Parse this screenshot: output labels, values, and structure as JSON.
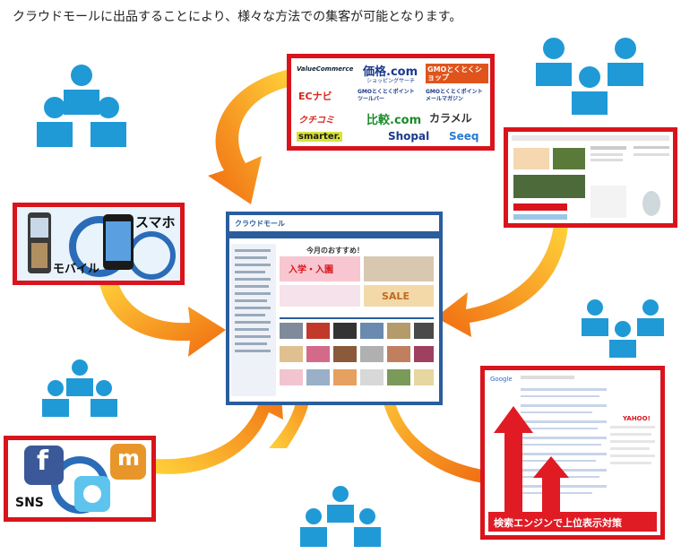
{
  "headline": "クラウドモールに出品することにより、様々な方法での集客が可能となります。",
  "colors": {
    "accent_red": "#d9141c",
    "people_blue": "#1f9ad6",
    "arrow_orange": "#f07a1a",
    "arrow_yellow": "#ffd23a",
    "site_blue": "#2a5d9e"
  },
  "shopping_sites": [
    "ValueCommerce",
    "価格.com",
    "ショッピングサーチ",
    "GMOとくとくショップ",
    "ECナビ",
    "GMOとくとくポイント ツールバー",
    "GMOとくとくポイント メールマガジン",
    "クチコミ",
    "比較.com",
    "カラメル",
    "smarter.",
    "Shopal",
    "Seeq"
  ],
  "mobile": {
    "smartphone": "スマホ",
    "mobile": "モバイル"
  },
  "sns": {
    "label": "SNS",
    "facebook": "f",
    "mixi": "m"
  },
  "center_site": {
    "logo": "クラウドモール",
    "banner": "今月のおすすめ！",
    "promo": "入学・入園",
    "sale": "SALE"
  },
  "search": {
    "caption": "検索エンジンで上位表示対策",
    "engine": "Google",
    "yahoo": "YAHOO!"
  },
  "icons": [
    "people-icon",
    "facebook-icon",
    "twitter-icon",
    "mixi-icon",
    "feature-phone-icon",
    "smartphone-icon",
    "curved-arrow-icon"
  ]
}
